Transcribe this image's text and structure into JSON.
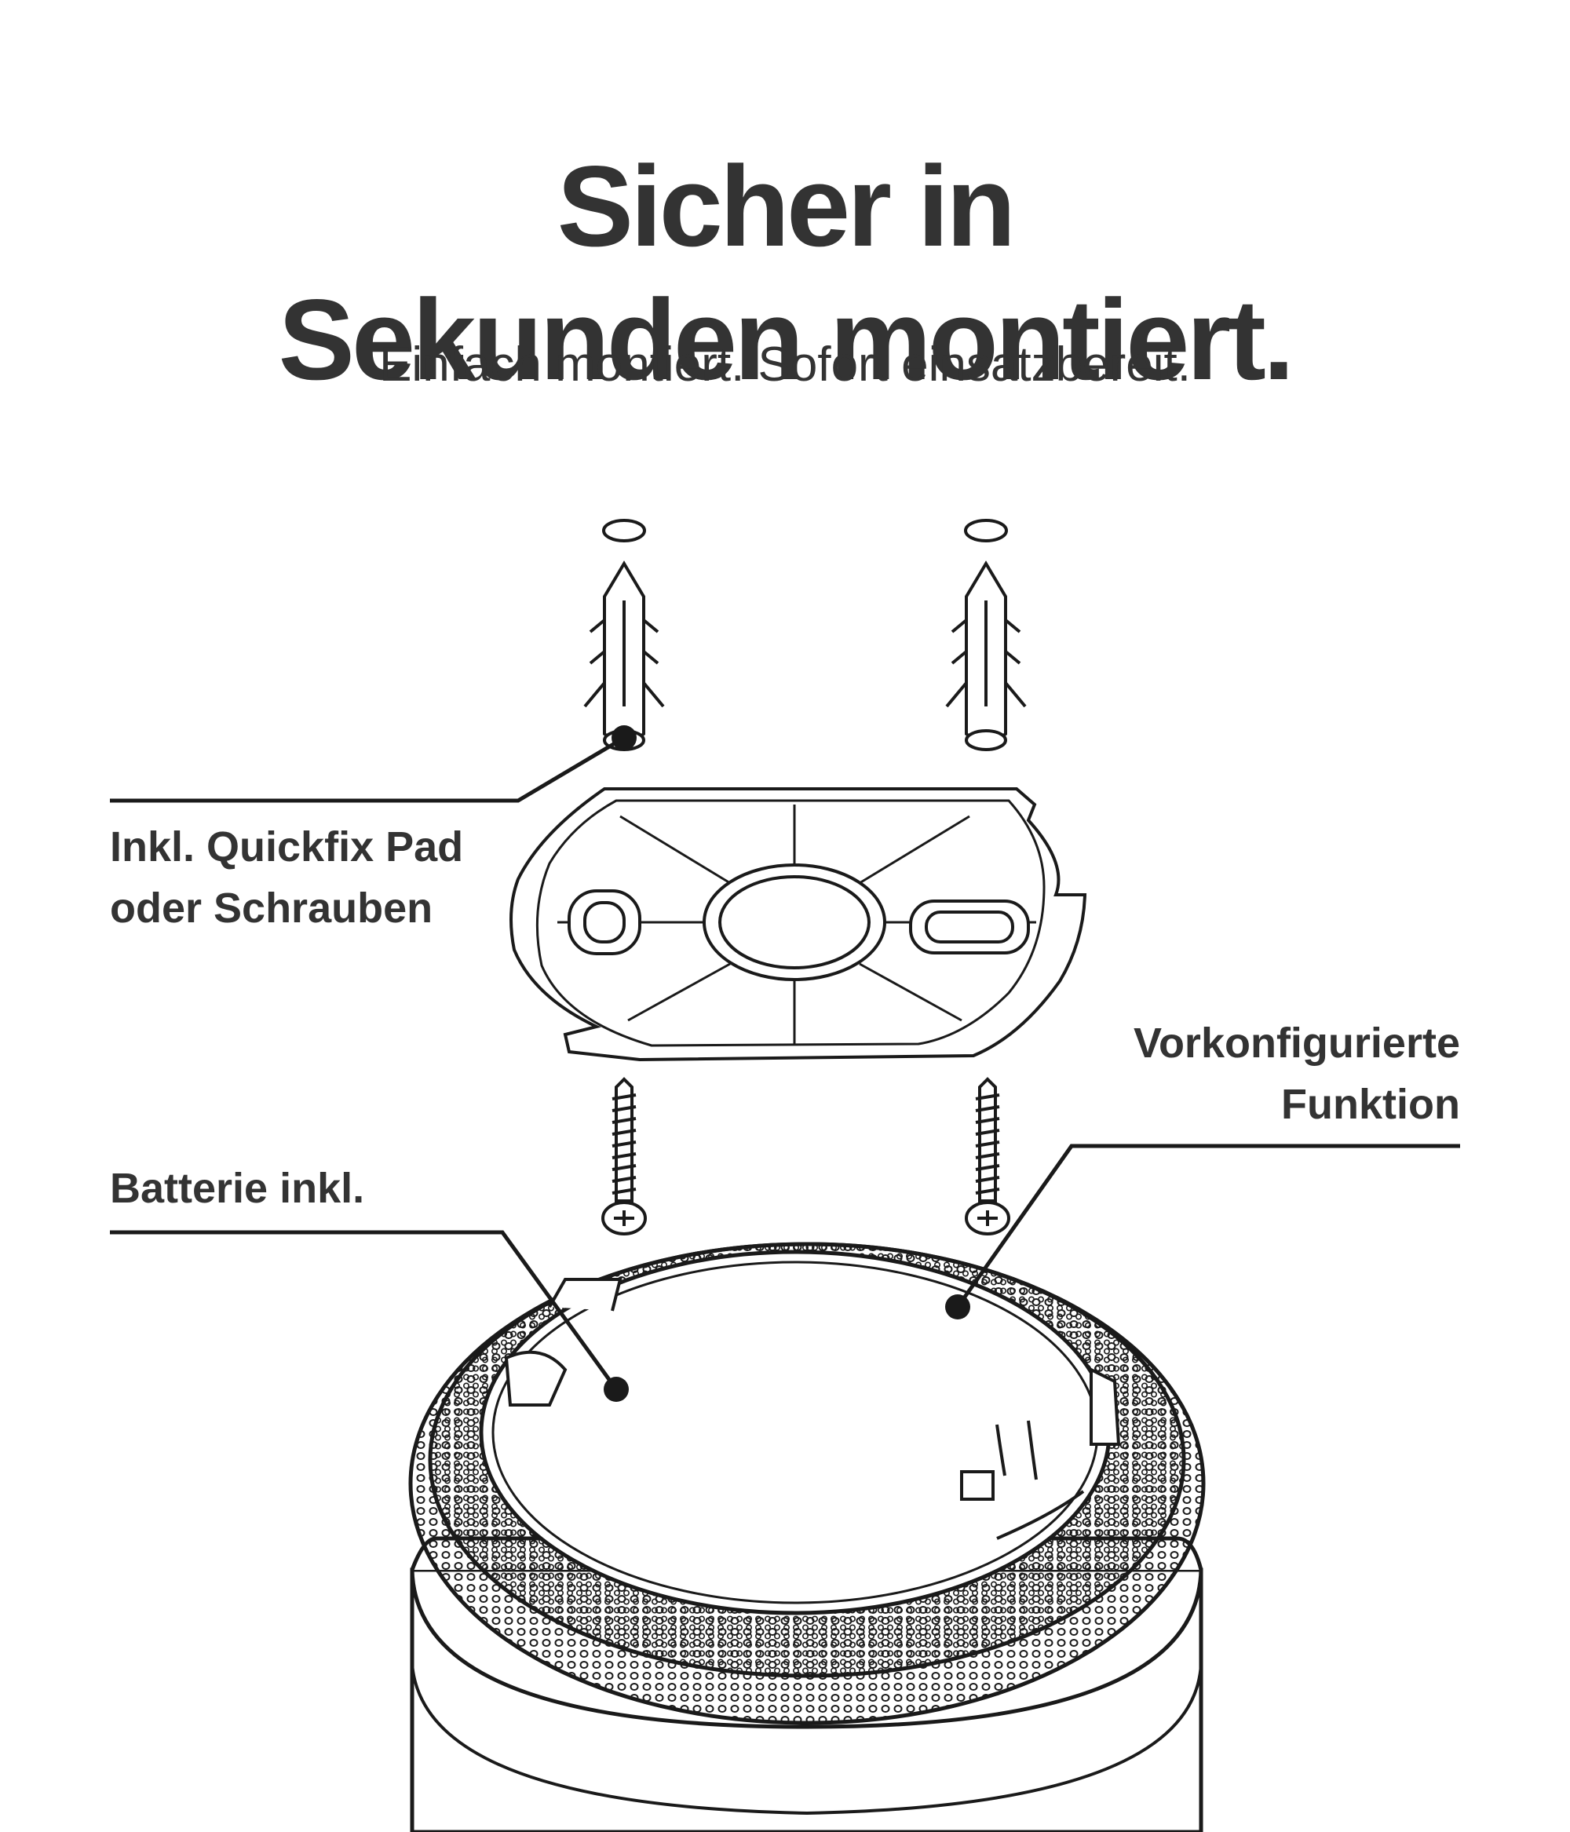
{
  "header": {
    "title_line1": "Sicher in",
    "title_line2": "Sekunden montiert.",
    "subtitle": "Einfach montiert. Sofort einsatzbereit."
  },
  "callouts": {
    "quickfix": {
      "line1": "Inkl. Quickfix Pad",
      "line2": "oder Schrauben"
    },
    "battery": {
      "line1": "Batterie inkl."
    },
    "preconfigured": {
      "line1": "Vorkonfigurierte",
      "line2": "Funktion"
    }
  },
  "colors": {
    "text": "#333333",
    "line": "#1a1a1a",
    "background": "#ffffff"
  },
  "illustration": {
    "parts": [
      "wall-plug-icon",
      "mounting-plate-icon",
      "screw-icon",
      "smoke-detector-icon"
    ]
  }
}
